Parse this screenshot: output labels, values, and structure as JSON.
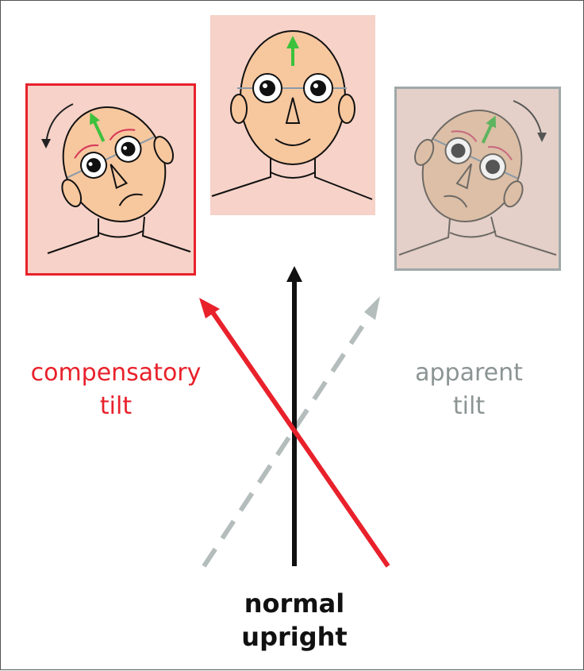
{
  "labels": {
    "compensatory": [
      "compensatory",
      "tilt"
    ],
    "apparent": [
      "apparent",
      "tilt"
    ],
    "normal": [
      "normal",
      "upright"
    ]
  },
  "colors": {
    "compensatory": "#e8212b",
    "apparent": "#b4bcbc",
    "normal": "#111111",
    "head_fill": "#f7c79e",
    "green_arrow": "#3cc13c",
    "panel_bg_center": "#f6d2c8",
    "panel_bg_left": "#f6d2c8",
    "panel_bg_right": "#e4d0c8"
  },
  "panels": [
    {
      "name": "compensatory-tilt-face",
      "tilt_deg": -25,
      "expression": "sad",
      "border": "red"
    },
    {
      "name": "upright-face",
      "tilt_deg": 0,
      "expression": "happy",
      "border": "none"
    },
    {
      "name": "apparent-tilt-face",
      "tilt_deg": 25,
      "expression": "sad",
      "border": "gray"
    }
  ]
}
